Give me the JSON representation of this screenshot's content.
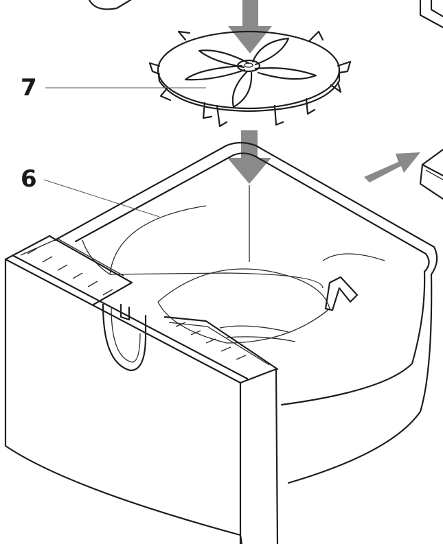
{
  "callouts": [
    {
      "id": "7",
      "label": "7",
      "part": "fan-insert"
    },
    {
      "id": "6",
      "label": "6",
      "part": "inner-pan"
    }
  ],
  "colors": {
    "line": "#1e1e1e",
    "arrow": "#8a8a8a",
    "background": "#ffffff",
    "rim": "#e6e6e6"
  }
}
